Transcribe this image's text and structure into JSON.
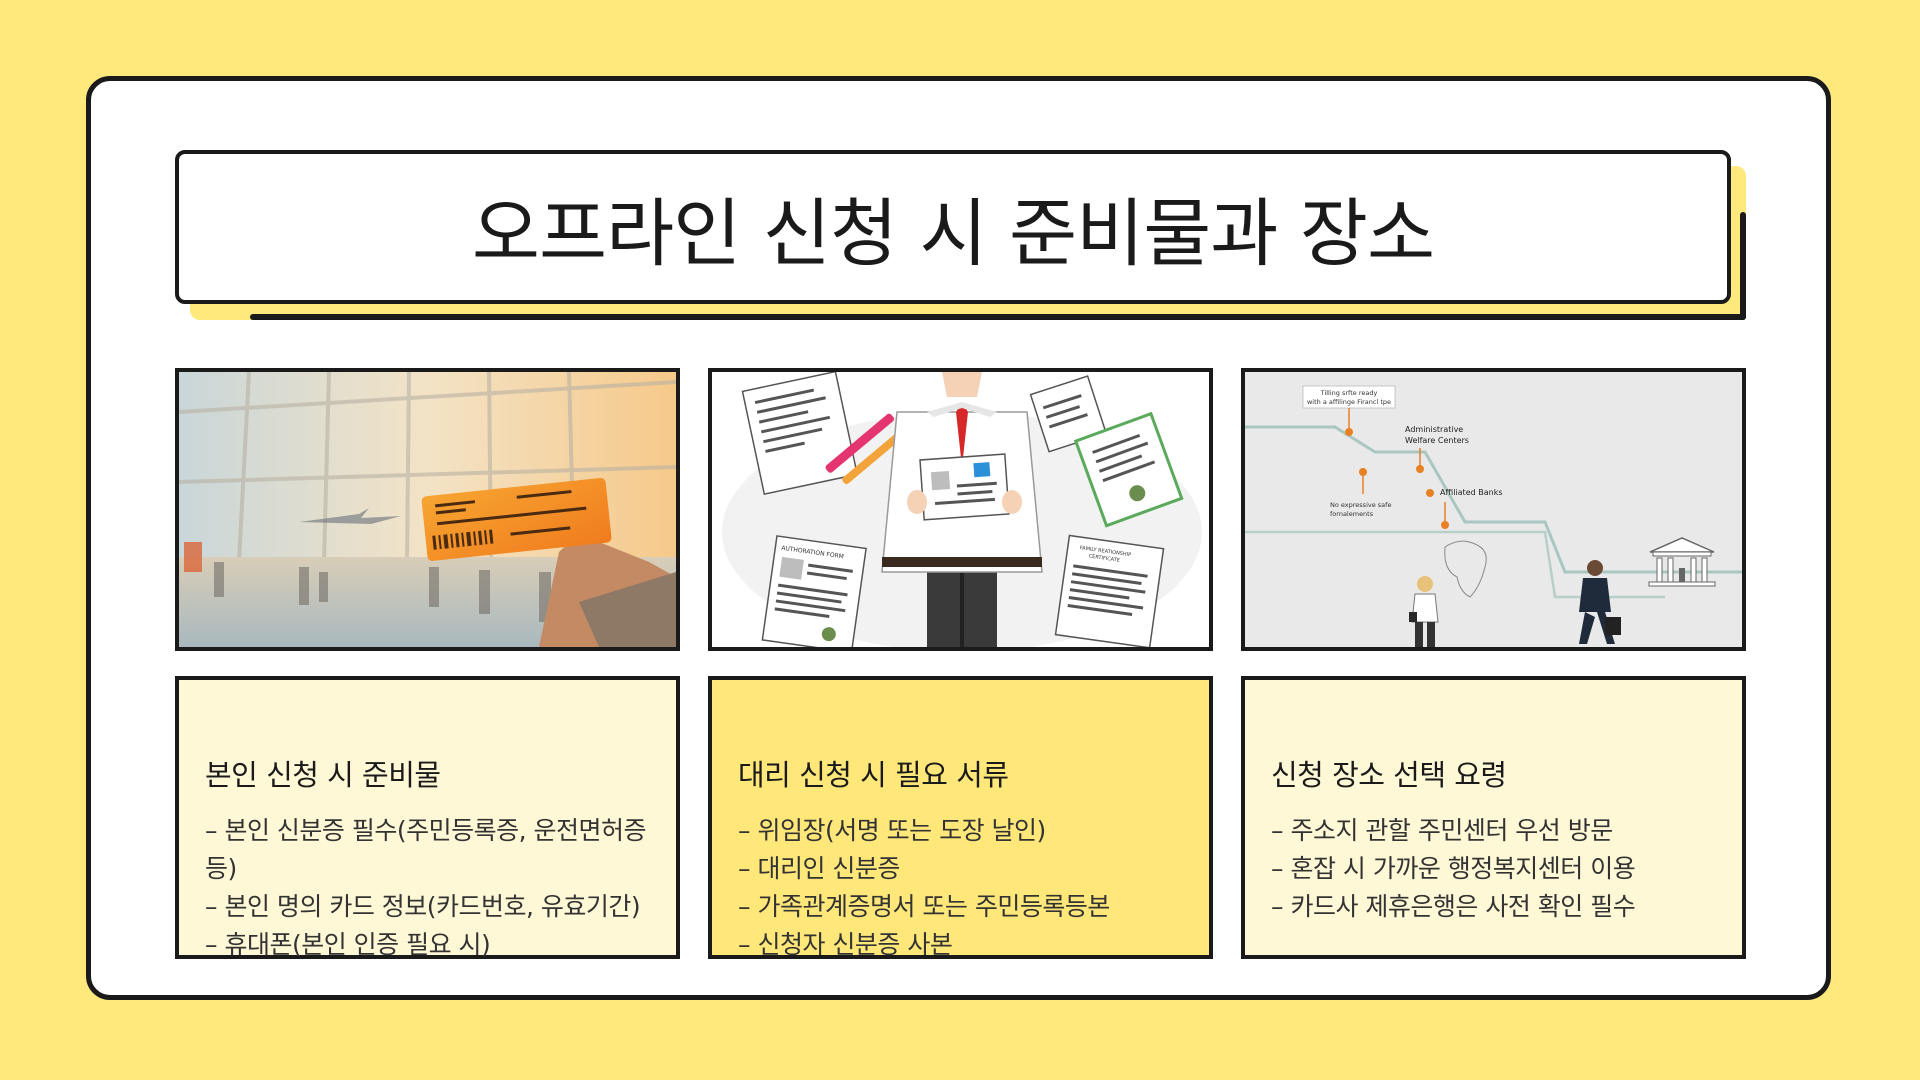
{
  "title": "오프라인 신청 시 준비물과 장소",
  "colors": {
    "background": "#FFE87C",
    "card_white": "#FFFFFF",
    "card_light": "#FFF8D6",
    "card_accent": "#FFE77A",
    "border": "#1A1A1A"
  },
  "images": {
    "right": {
      "top_note": [
        "Tilling srfte ready",
        "with a affilinge Firancl tpe"
      ],
      "label_welfare": [
        "Administrative",
        "Welfare Centers"
      ],
      "label_banks": "Affiliated Banks",
      "left_note": [
        "No expressive safe",
        "fornalements"
      ]
    },
    "middle": {
      "doc_authorization": "AUTHORATION FORM",
      "doc_family": [
        "FAMILY REATIONSHIP",
        "CERTIFICATE"
      ]
    }
  },
  "cards": [
    {
      "heading": "본인 신청 시 준비물",
      "items": [
        "– 본인 신분증 필수(주민등록증, 운전면허증 등)",
        "– 본인 명의 카드 정보(카드번호, 유효기간)",
        "– 휴대폰(본인 인증 필요 시)"
      ]
    },
    {
      "heading": "대리 신청 시 필요 서류",
      "items": [
        "– 위임장(서명 또는 도장 날인)",
        "– 대리인 신분증",
        "– 가족관계증명서 또는 주민등록등본",
        "– 신청자 신분증 사본"
      ]
    },
    {
      "heading": "신청 장소 선택 요령",
      "items": [
        "– 주소지 관할 주민센터 우선 방문",
        "– 혼잡 시 가까운 행정복지센터 이용",
        "– 카드사 제휴은행은 사전 확인 필수"
      ]
    }
  ]
}
